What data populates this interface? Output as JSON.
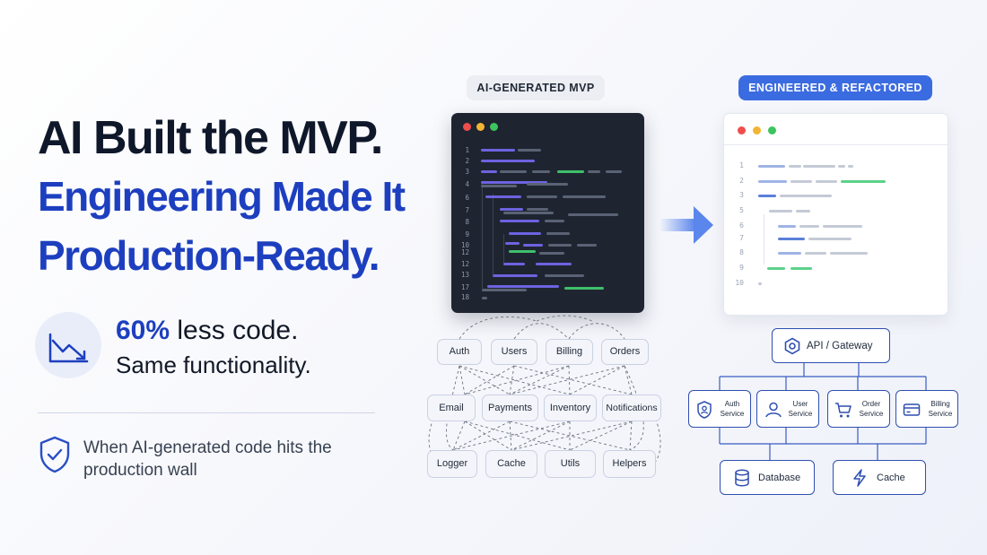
{
  "headline": {
    "line1": "AI Built the MVP.",
    "line2": "Engineering Made It",
    "line3": "Production-Ready."
  },
  "stat": {
    "number": "60%",
    "rest": " less code.",
    "line2": "Same functionality.",
    "icon": "trend-down-icon"
  },
  "footer": {
    "text": "When AI-generated code hits the production wall",
    "icon": "shield-check-icon"
  },
  "badges": {
    "mvp": "AI-GENERATED MVP",
    "engineered": "ENGINEERED & REFACTORED"
  },
  "dark_editor": {
    "line_numbers": [
      "1",
      "2",
      "3",
      "4",
      "6",
      "7",
      "8",
      "9",
      "10",
      "12",
      "12",
      "13",
      "17",
      "18"
    ]
  },
  "light_editor": {
    "line_numbers": [
      "1",
      "2",
      "3",
      "5",
      "6",
      "7",
      "8",
      "9",
      "10"
    ]
  },
  "mvp_graph": {
    "row1": [
      "Auth",
      "Users",
      "Billing",
      "Orders"
    ],
    "row2": [
      "Email",
      "Payments",
      "Inventory",
      "Notifications"
    ],
    "row3": [
      "Logger",
      "Cache",
      "Utils",
      "Helpers"
    ]
  },
  "architecture": {
    "gateway": "API / Gateway",
    "services": [
      {
        "line1": "Auth",
        "line2": "Service",
        "icon": "shield-user-icon"
      },
      {
        "line1": "User",
        "line2": "Service",
        "icon": "user-icon"
      },
      {
        "line1": "Order",
        "line2": "Service",
        "icon": "cart-icon"
      },
      {
        "line1": "Billing",
        "line2": "Service",
        "icon": "card-icon"
      }
    ],
    "database": "Database",
    "cache": "Cache"
  },
  "colors": {
    "accent_blue": "#1d3fbf",
    "badge_blue": "#3b6be0",
    "editor_dark": "#1f2530",
    "purple_code": "#6d63e0",
    "green_code": "#3fbf6b"
  }
}
